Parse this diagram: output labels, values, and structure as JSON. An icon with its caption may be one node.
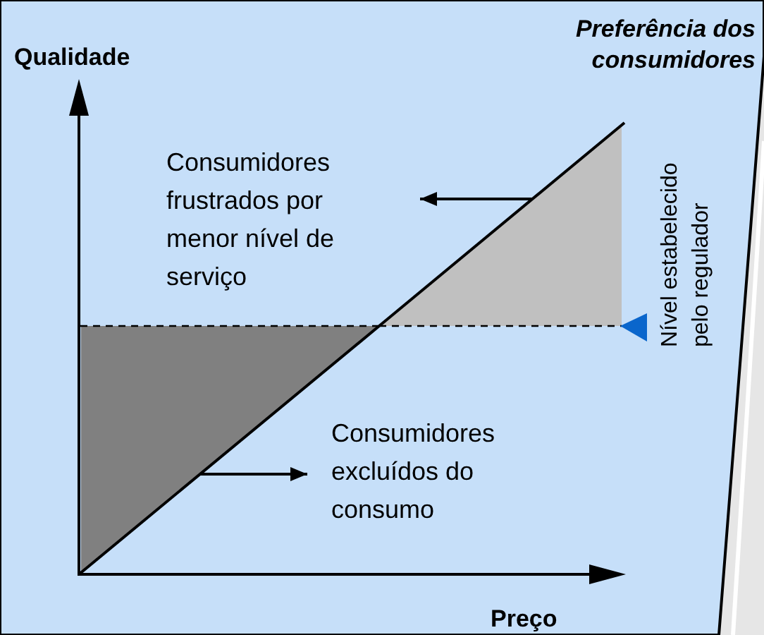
{
  "diagram": {
    "nodes": [
      {
        "text": [],
        "shape": "triangle"
      },
      {
        "text": [
          "Consumidores frustrados por menor nível de serviço"
        ]
      },
      {
        "text": [],
        "shape": "triangle"
      },
      {
        "text": [
          "Consumidores excluídos do consumo"
        ]
      }
    ],
    "edges": [
      {
        "from": 0,
        "to": 1,
        "arrow": "to"
      },
      {
        "from": 2,
        "to": 3,
        "arrow": "to"
      }
    ],
    "labels": [
      "Qualidade",
      "Preferência dos consumidores",
      "Nível estabelecido pelo regulador",
      "Preço"
    ]
  }
}
